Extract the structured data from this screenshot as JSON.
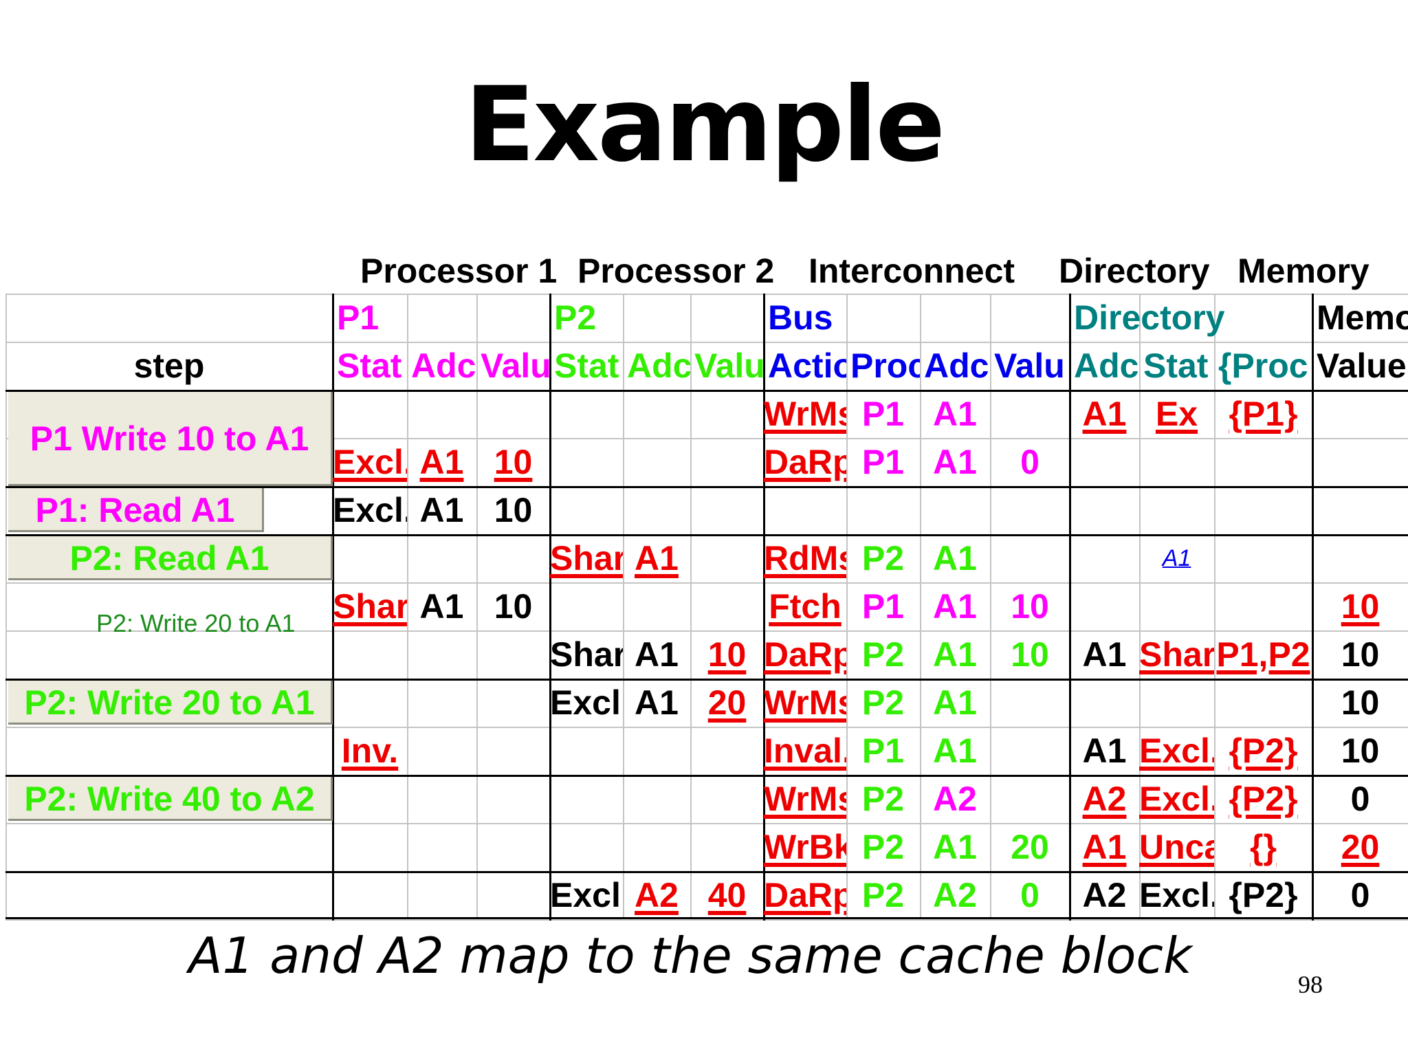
{
  "title": "Example",
  "groups": {
    "processor1": "Processor 1",
    "processor2": "Processor 2",
    "interconnect": "Interconnect",
    "directory": "Directory",
    "memory": "Memory"
  },
  "colors": {
    "p1": "#ff00ff",
    "p2": "#33ee00",
    "bus": "#0000ee",
    "directory": "#008080",
    "red": "#ee0000",
    "black": "#000000",
    "step_box_bg": "#ecebdd",
    "small_green": "#1e8c1e"
  },
  "table": {
    "header1": {
      "p1": "P1",
      "p2": "P2",
      "bus": "Bus",
      "directory": "Directory",
      "memory": "Memo"
    },
    "header2": {
      "step": "step",
      "p1": [
        "Stat",
        "Adc",
        "Valu"
      ],
      "p2": [
        "Stat",
        "Adc",
        "Valu"
      ],
      "bus": [
        "Actio",
        "Proc",
        "Adc",
        "Valu"
      ],
      "directory": [
        "Adc",
        "Stat",
        "{Proc"
      ],
      "memory": "Value"
    },
    "steps": [
      "P1 Write 10 to A1",
      "P1: Read A1",
      "P2: Read A1",
      "P2: Write 20 to A1",
      "P2: Write 40 to A2",
      "P2: Write 20 to A1"
    ],
    "rows": [
      {
        "p1_state": "",
        "p1_addr": "",
        "p1_value": "",
        "p2_state": "",
        "p2_addr": "",
        "p2_value": "",
        "bus_action": "WrMs",
        "bus_proc": "P1",
        "bus_addr": "A1",
        "bus_value": "",
        "dir_addr": "A1",
        "dir_state": "Ex",
        "dir_procs": "{P1}",
        "mem_value": ""
      },
      {
        "p1_state": "Excl.",
        "p1_addr": "A1",
        "p1_value": "10",
        "p2_state": "",
        "p2_addr": "",
        "p2_value": "",
        "bus_action": "DaRp",
        "bus_proc": "P1",
        "bus_addr": "A1",
        "bus_value": "0",
        "dir_addr": "",
        "dir_state": "",
        "dir_procs": "",
        "mem_value": ""
      },
      {
        "p1_state": "Excl.",
        "p1_addr": "A1",
        "p1_value": "10",
        "p2_state": "",
        "p2_addr": "",
        "p2_value": "",
        "bus_action": "",
        "bus_proc": "",
        "bus_addr": "",
        "bus_value": "",
        "dir_addr": "",
        "dir_state": "",
        "dir_procs": "",
        "mem_value": ""
      },
      {
        "p1_state": "",
        "p1_addr": "",
        "p1_value": "",
        "p2_state": "Shar",
        "p2_addr": "A1",
        "p2_value": "",
        "bus_action": "RdMs",
        "bus_proc": "P2",
        "bus_addr": "A1",
        "bus_value": "",
        "dir_addr": "",
        "dir_state": "A1",
        "dir_procs": "",
        "mem_value": ""
      },
      {
        "p1_state": "Shar",
        "p1_addr": "A1",
        "p1_value": "10",
        "p2_state": "",
        "p2_addr": "",
        "p2_value": "",
        "bus_action": "Ftch",
        "bus_proc": "P1",
        "bus_addr": "A1",
        "bus_value": "10",
        "dir_addr": "",
        "dir_state": "",
        "dir_procs": "",
        "mem_value": "10"
      },
      {
        "p1_state": "",
        "p1_addr": "",
        "p1_value": "",
        "p2_state": "Shar",
        "p2_addr": "A1",
        "p2_value": "10",
        "bus_action": "DaRp",
        "bus_proc": "P2",
        "bus_addr": "A1",
        "bus_value": "10",
        "dir_addr": "A1",
        "dir_state": "Shar",
        "dir_procs": "P1,P2",
        "mem_value": "10"
      },
      {
        "p1_state": "",
        "p1_addr": "",
        "p1_value": "",
        "p2_state": "Excl.",
        "p2_addr": "A1",
        "p2_value": "20",
        "bus_action": "WrMs",
        "bus_proc": "P2",
        "bus_addr": "A1",
        "bus_value": "",
        "dir_addr": "",
        "dir_state": "",
        "dir_procs": "",
        "mem_value": "10"
      },
      {
        "p1_state": "Inv.",
        "p1_addr": "",
        "p1_value": "",
        "p2_state": "",
        "p2_addr": "",
        "p2_value": "",
        "bus_action": "Inval.",
        "bus_proc": "P1",
        "bus_addr": "A1",
        "bus_value": "",
        "dir_addr": "A1",
        "dir_state": "Excl.",
        "dir_procs": "{P2}",
        "mem_value": "10"
      },
      {
        "p1_state": "",
        "p1_addr": "",
        "p1_value": "",
        "p2_state": "",
        "p2_addr": "",
        "p2_value": "",
        "bus_action": "WrMs",
        "bus_proc": "P2",
        "bus_addr": "A2",
        "bus_value": "",
        "dir_addr": "A2",
        "dir_state": "Excl.",
        "dir_procs": "{P2}",
        "mem_value": "0"
      },
      {
        "p1_state": "",
        "p1_addr": "",
        "p1_value": "",
        "p2_state": "",
        "p2_addr": "",
        "p2_value": "",
        "bus_action": "WrBk",
        "bus_proc": "P2",
        "bus_addr": "A1",
        "bus_value": "20",
        "dir_addr": "A1",
        "dir_state": "Unca",
        "dir_procs": "{}",
        "mem_value": "20"
      },
      {
        "p1_state": "",
        "p1_addr": "",
        "p1_value": "",
        "p2_state": "Excl.",
        "p2_addr": "A2",
        "p2_value": "40",
        "bus_action": "DaRp",
        "bus_proc": "P2",
        "bus_addr": "A2",
        "bus_value": "0",
        "dir_addr": "A2",
        "dir_state": "Excl.",
        "dir_procs": "{P2}",
        "mem_value": "0"
      }
    ]
  },
  "caption": "A1 and A2 map to the same cache block",
  "page_number": "98"
}
